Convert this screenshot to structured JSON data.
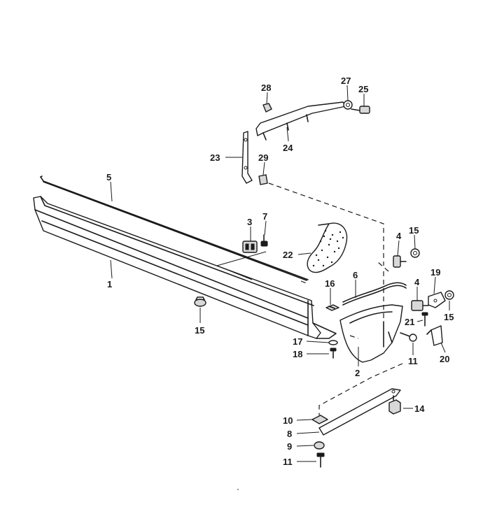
{
  "diagram": {
    "callouts": [
      {
        "id": "c1",
        "number": "1"
      },
      {
        "id": "c2",
        "number": "2"
      },
      {
        "id": "c3",
        "number": "3"
      },
      {
        "id": "c4a",
        "number": "4"
      },
      {
        "id": "c4b",
        "number": "4"
      },
      {
        "id": "c5",
        "number": "5"
      },
      {
        "id": "c6",
        "number": "6"
      },
      {
        "id": "c7",
        "number": "7"
      },
      {
        "id": "c8",
        "number": "8"
      },
      {
        "id": "c9",
        "number": "9"
      },
      {
        "id": "c10",
        "number": "10"
      },
      {
        "id": "c11a",
        "number": "11"
      },
      {
        "id": "c11b",
        "number": "11"
      },
      {
        "id": "c14",
        "number": "14"
      },
      {
        "id": "c15a",
        "number": "15"
      },
      {
        "id": "c15b",
        "number": "15"
      },
      {
        "id": "c15c",
        "number": "15"
      },
      {
        "id": "c16",
        "number": "16"
      },
      {
        "id": "c17",
        "number": "17"
      },
      {
        "id": "c18",
        "number": "18"
      },
      {
        "id": "c19",
        "number": "19"
      },
      {
        "id": "c20",
        "number": "20"
      },
      {
        "id": "c21",
        "number": "21"
      },
      {
        "id": "c22",
        "number": "22"
      },
      {
        "id": "c23",
        "number": "23"
      },
      {
        "id": "c24",
        "number": "24"
      },
      {
        "id": "c25",
        "number": "25"
      },
      {
        "id": "c27",
        "number": "27"
      },
      {
        "id": "c28",
        "number": "28"
      },
      {
        "id": "c29",
        "number": "29"
      }
    ]
  }
}
